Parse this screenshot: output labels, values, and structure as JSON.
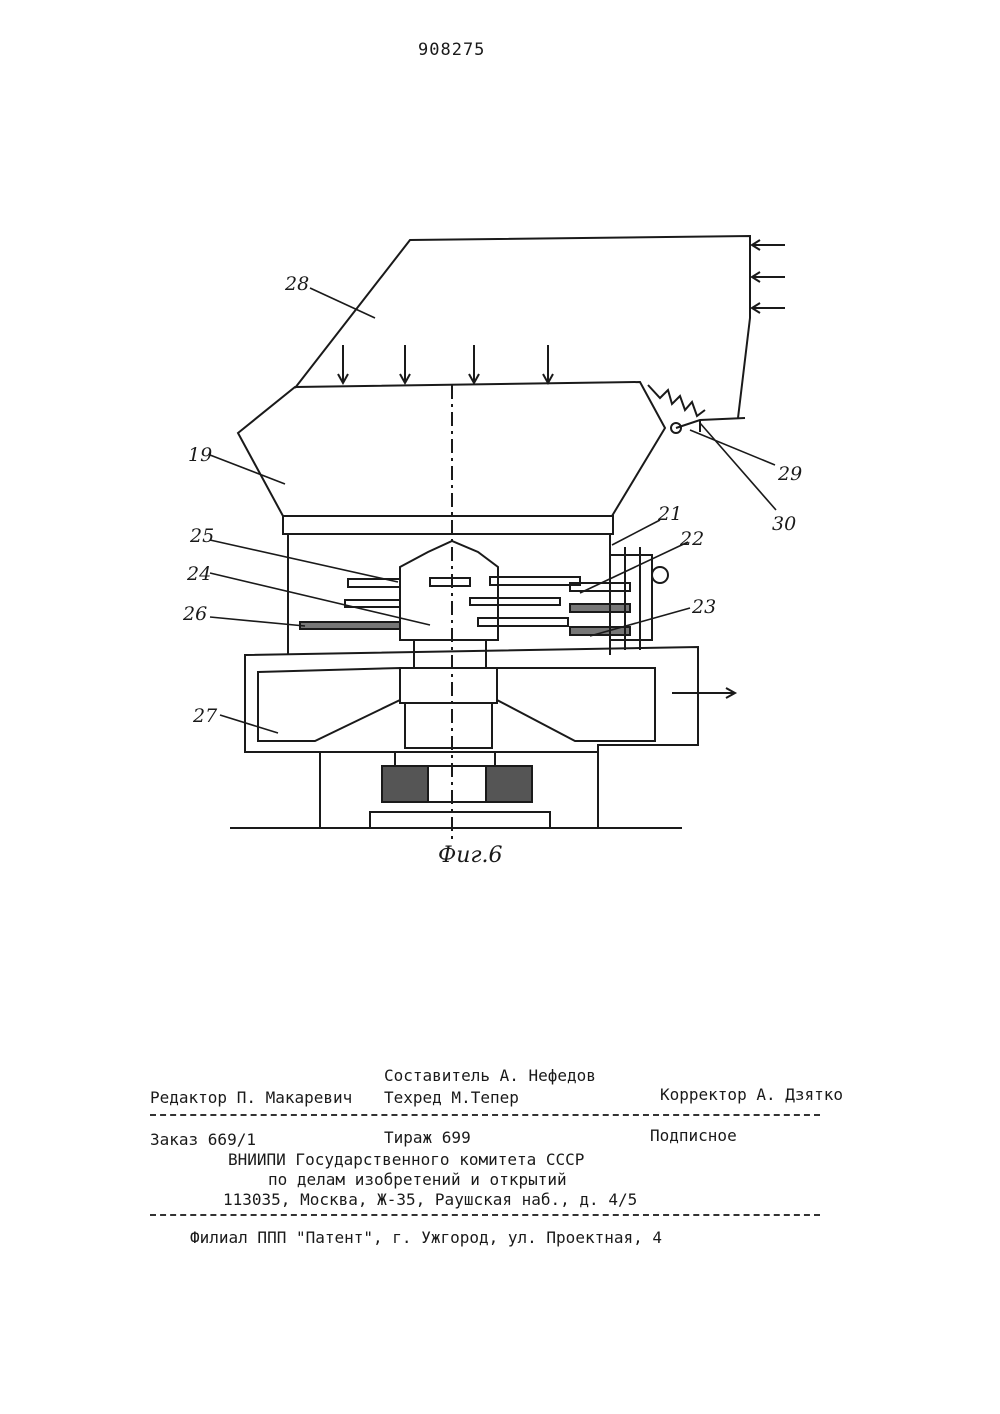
{
  "page": {
    "number": "908275"
  },
  "figure": {
    "caption": "Фиг.6",
    "labels": {
      "l28": "28",
      "l19": "19",
      "l25": "25",
      "l24": "24",
      "l26": "26",
      "l27": "27",
      "l21": "21",
      "l22": "22",
      "l23": "23",
      "l29": "29",
      "l30": "30"
    }
  },
  "colophon": {
    "compiler": "Составитель А. Нефедов",
    "editor": "Редактор П. Макаревич",
    "techred": "Техред М.Тепер",
    "corrector": "Корректор А. Дзятко",
    "order": "Заказ 669/1",
    "circulation": "Тираж 699",
    "subscription": "Подписное",
    "org_line1": "ВНИИПИ Государственного комитета СССР",
    "org_line2": "по делам изобретений и открытий",
    "org_line3": "113035, Москва, Ж-35, Раушская наб., д. 4/5",
    "branch": "Филиал ППП \"Патент\", г. Ужгород, ул. Проектная, 4"
  }
}
